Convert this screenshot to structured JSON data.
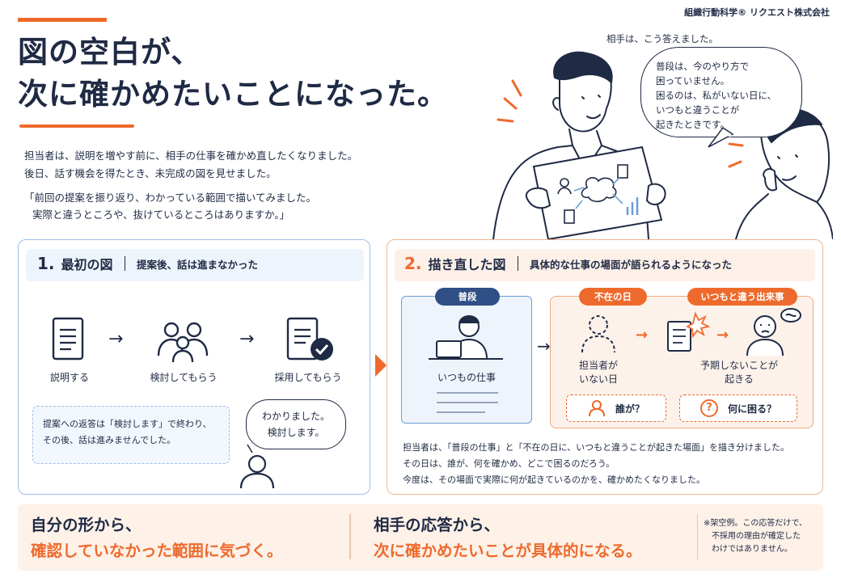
{
  "company": "組織行動科学® リクエスト株式会社",
  "title": {
    "line1": "図の空白が、",
    "line2": "次に確かめたいことになった。"
  },
  "intro": {
    "line1": "担当者は、説明を増やす前に、相手の仕事を確かめ直したくなりました。",
    "line2": "後日、話す機会を得たとき、未完成の図を見せました。"
  },
  "quote": {
    "line1": "「前回の提案を振り返り、わかっている範囲で描いてみました。",
    "line2": "実際と違うところや、抜けているところはありますか。」"
  },
  "reply": {
    "label": "相手は、こう答えました。",
    "lines": [
      "普段は、今のやり方で",
      "困っていません。",
      "困るのは、私がいない日に、",
      "いつもと違うことが",
      "起きたときです。"
    ]
  },
  "panel1": {
    "num": "1.",
    "title": "最初の図",
    "subtitle": "提案後、話は進まなかった",
    "steps": [
      "説明する",
      "検討してもらう",
      "採用してもらう"
    ],
    "arrow": "→",
    "note": [
      "提案への返答は「検討します」で終わり、",
      "その後、話は進みませんでした。"
    ],
    "bubble": [
      "わかりました。",
      "検討します。"
    ]
  },
  "panel2": {
    "num": "2.",
    "title": "描き直した図",
    "subtitle": "具体的な仕事の場面が語られるようになった",
    "normal_tag": "普段",
    "normal_label": "いつもの仕事",
    "absent_tag": "不在の日",
    "event_tag": "いつもと違う出来事",
    "absent_label": [
      "担当者が",
      "いない日"
    ],
    "event_label": [
      "予期しないことが",
      "起きる"
    ],
    "q_who": "誰が？",
    "q_trouble": "何に困る？",
    "q_mark": "?",
    "text": [
      "担当者は、「普段の仕事」と「不在の日に、いつもと違うことが起きた場面」を描き分けました。",
      "その日は、誰が、何を確かめ、どこで困るのだろう。",
      "今度は、その場面で実際に何が起きているのかを、確かめたくなりました。"
    ]
  },
  "bottom": {
    "left1": "自分の形から、",
    "left2": "確認していなかった範囲に気づく。",
    "right1": "相手の応答から、",
    "right2": "次に確かめたいことが具体的になる。",
    "footnote": [
      "※架空例。この応答だけで、",
      "不採用の理由が確定した",
      "わけではありません。"
    ]
  },
  "colors": {
    "navy": "#1f2a44",
    "orange": "#ee6a2c",
    "blue": "#6c9ed6"
  }
}
